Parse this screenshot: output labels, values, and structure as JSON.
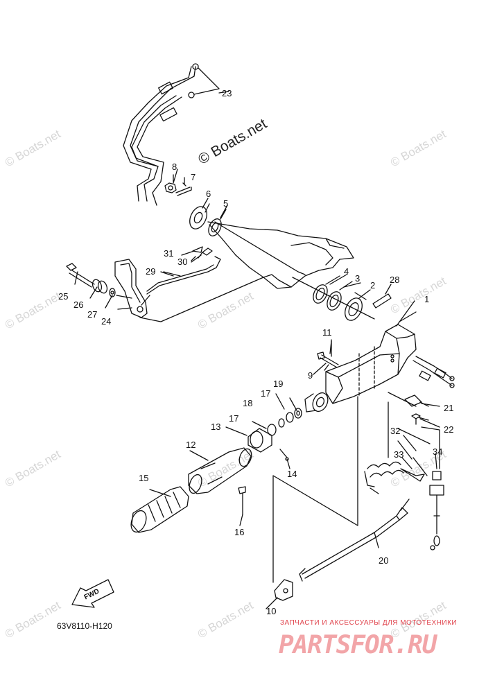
{
  "watermark": "© Boats.net",
  "watermark_main": "© Boats.net",
  "reference": "63V8110-H120",
  "fwd_label": "FWD",
  "brand": {
    "subtitle": "ЗАПЧАСТИ И АКСЕССУАРЫ ДЛЯ МОТОТЕХНИКИ",
    "name": "PARTSFOR.RU",
    "color": "#e0444d"
  },
  "callouts": {
    "n1": "1",
    "n2": "2",
    "n3": "3",
    "n4": "4",
    "n5": "5",
    "n6": "6",
    "n7": "7",
    "n8": "8",
    "n9": "9",
    "n10": "10",
    "n11": "11",
    "n12": "12",
    "n13": "13",
    "n14": "14",
    "n15": "15",
    "n16": "16",
    "n17a": "17",
    "n17b": "17",
    "n18": "18",
    "n19": "19",
    "n20": "20",
    "n21": "21",
    "n22": "22",
    "n23": "23",
    "n24": "24",
    "n25": "25",
    "n26": "26",
    "n27": "27",
    "n28": "28",
    "n29": "29",
    "n30": "30",
    "n31": "31",
    "n32": "32",
    "n33": "33",
    "n34": "34"
  }
}
